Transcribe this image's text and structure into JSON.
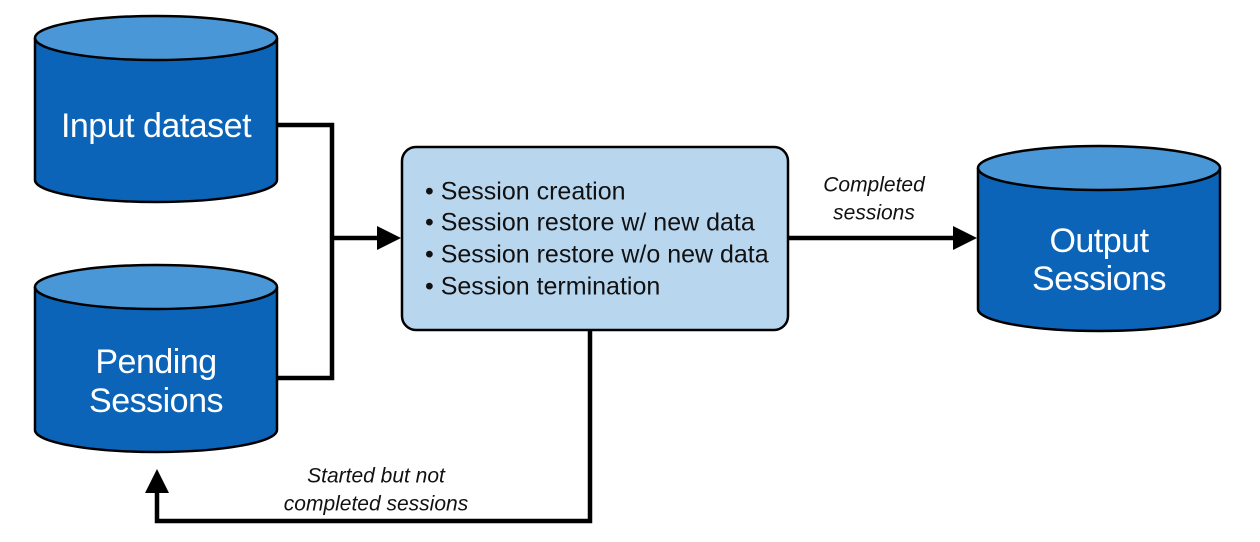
{
  "nodes": {
    "input_dataset": {
      "label": "Input dataset"
    },
    "pending_sessions": {
      "label_line1": "Pending",
      "label_line2": "Sessions"
    },
    "output_sessions": {
      "label_line1": "Output",
      "label_line2": "Sessions"
    },
    "process": {
      "items": [
        "• Session creation",
        "• Session restore w/ new data",
        "• Session restore w/o new data",
        "• Session termination"
      ]
    }
  },
  "edges": {
    "completed": {
      "line1": "Completed",
      "line2": "sessions"
    },
    "started_not_completed": {
      "line1": "Started but not",
      "line2": "completed sessions"
    }
  },
  "colors": {
    "db_body": "#0b64b8",
    "db_top": "#4a97d8",
    "db_stroke": "#000000",
    "process_fill": "#b9d6ef",
    "process_stroke": "#000000",
    "arrow": "#000000"
  }
}
